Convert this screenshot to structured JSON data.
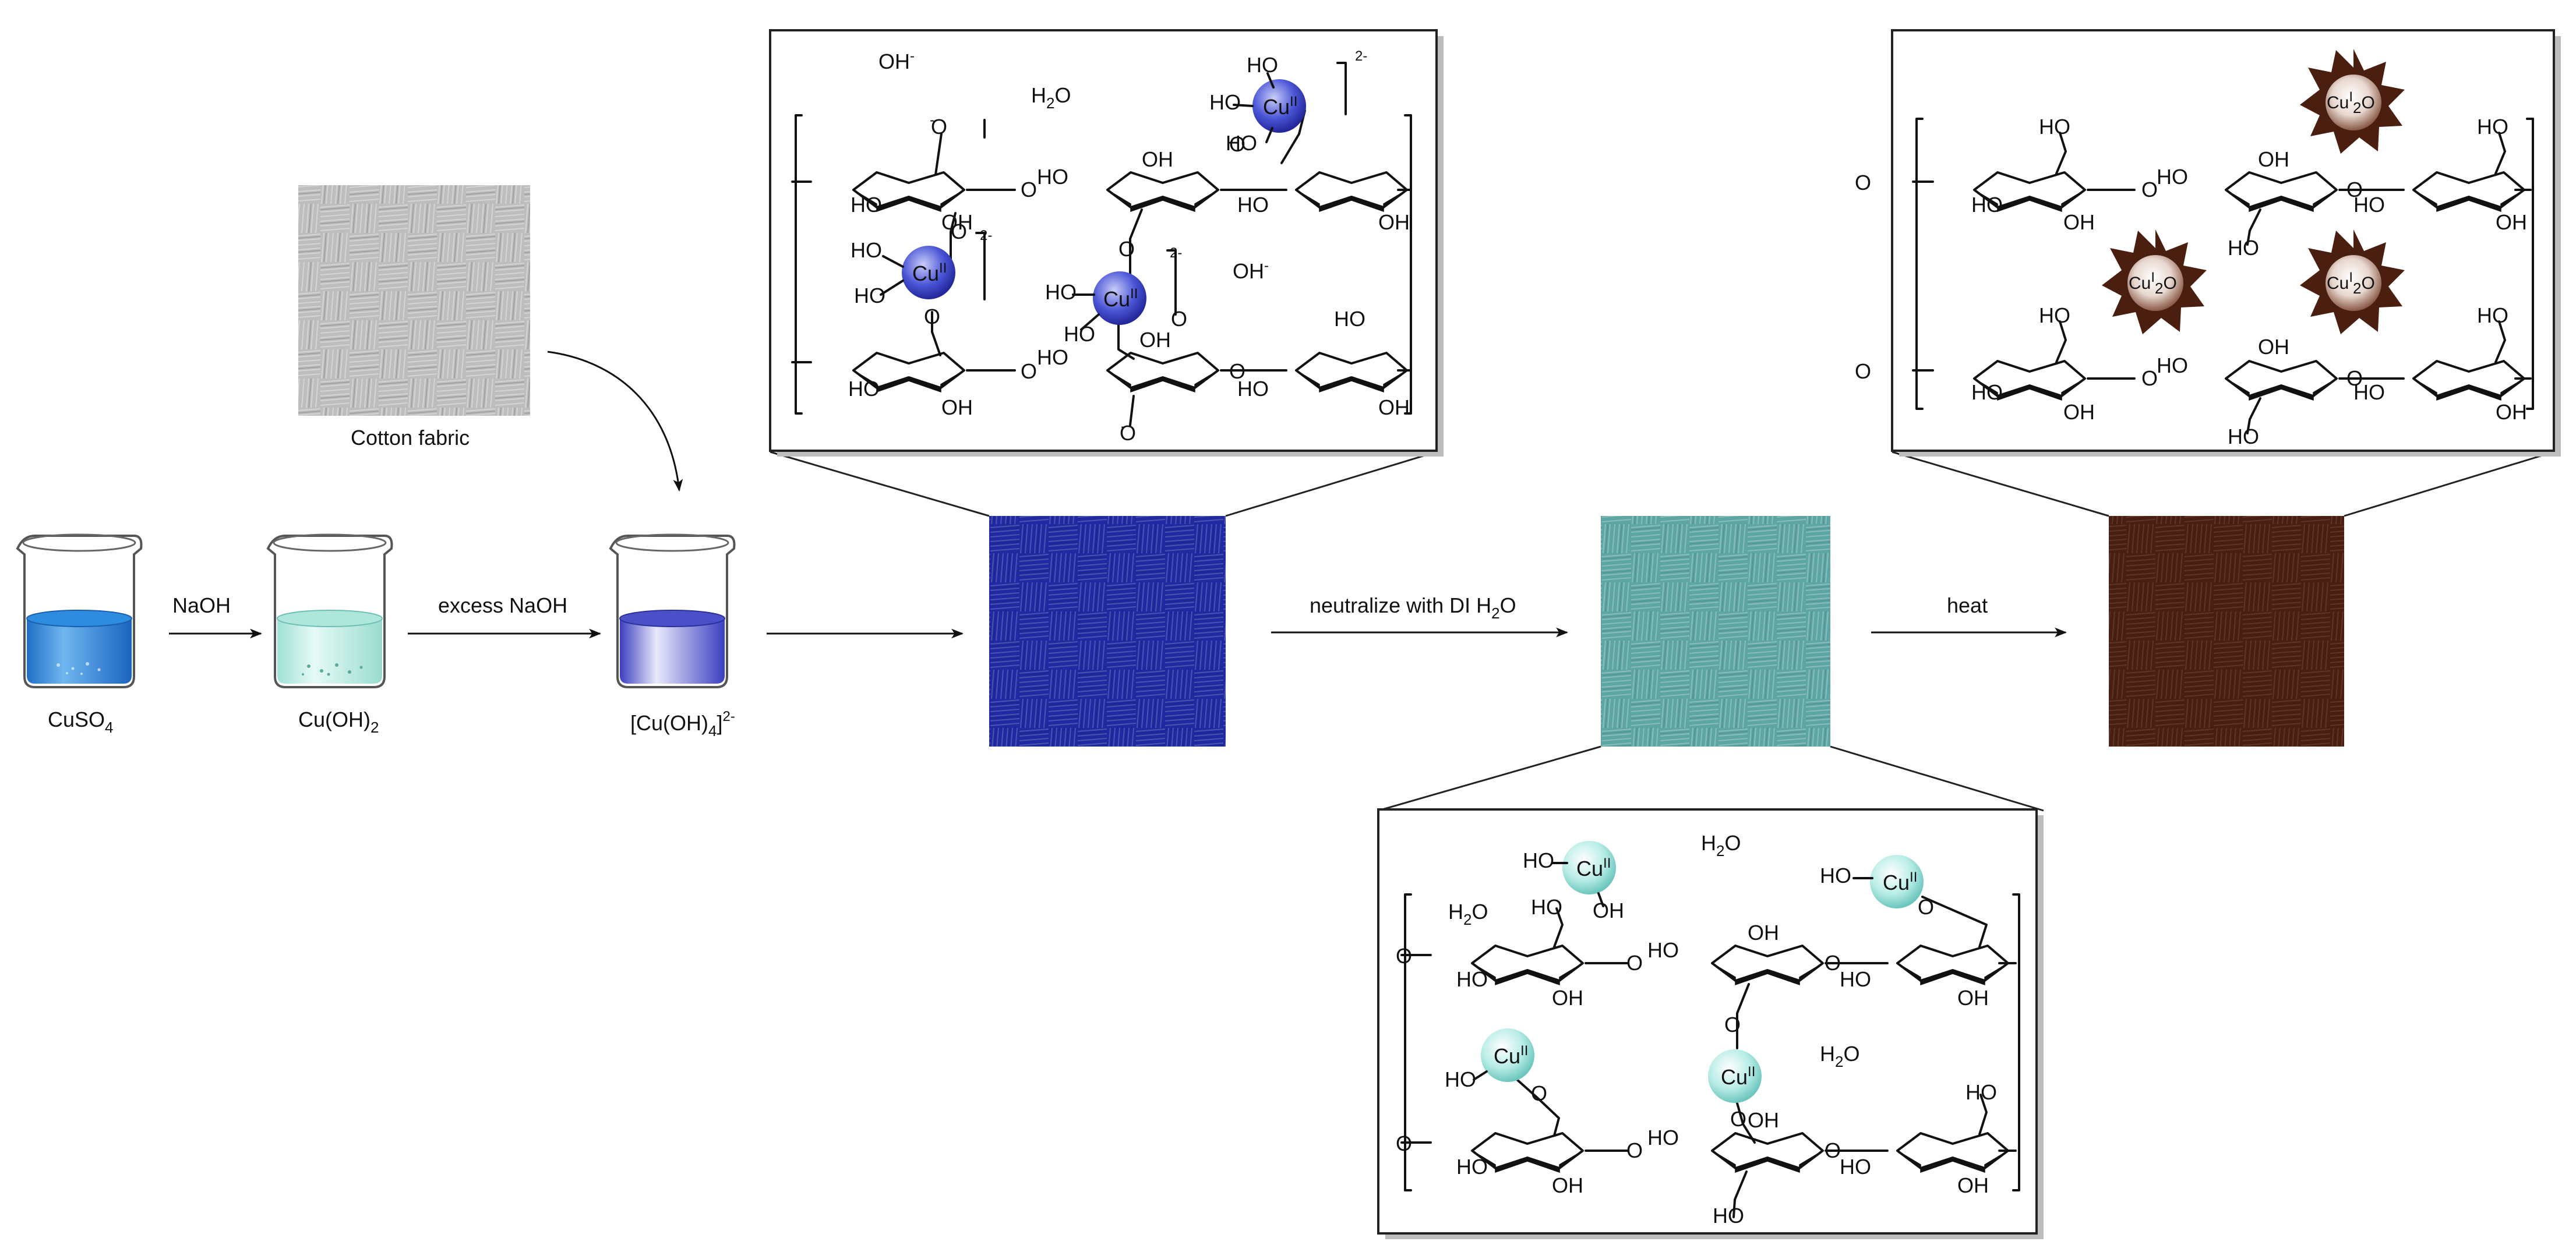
{
  "steps": {
    "naoh": "NaOH",
    "excess_naoh": "excess NaOH",
    "neutralize": "neutralize with DI H",
    "neutralize_sub": "2",
    "neutralize_tail": "O",
    "heat": "heat"
  },
  "beakers": [
    {
      "label": "CuSO",
      "sub": "4",
      "sup": "",
      "liquid": "#2f86d8"
    },
    {
      "label": "Cu(OH)",
      "sub": "2",
      "sup": "",
      "liquid": "#b9ece3"
    },
    {
      "label": "[Cu(OH)",
      "sub": "4",
      "tail": "]",
      "sup": "2-",
      "liquid": "#4a4fc8"
    }
  ],
  "cotton_label": "Cotton fabric",
  "fabrics": {
    "raw": "#bdbdbd",
    "blue": "#1f2aa0",
    "teal": "#5ea6a3",
    "brown": "#4a1f10"
  },
  "chem": {
    "oh": "OH",
    "ho": "HO",
    "o": "O",
    "oh_minus": "OH",
    "minus": "-",
    "h2o_h": "H",
    "h2o_2": "2",
    "h2o_o": "O",
    "cu": "Cu",
    "cu_ii": "II",
    "cu_i": "I",
    "cu2o_sub": "2",
    "cu2o_o": "O",
    "charge": "2-"
  }
}
